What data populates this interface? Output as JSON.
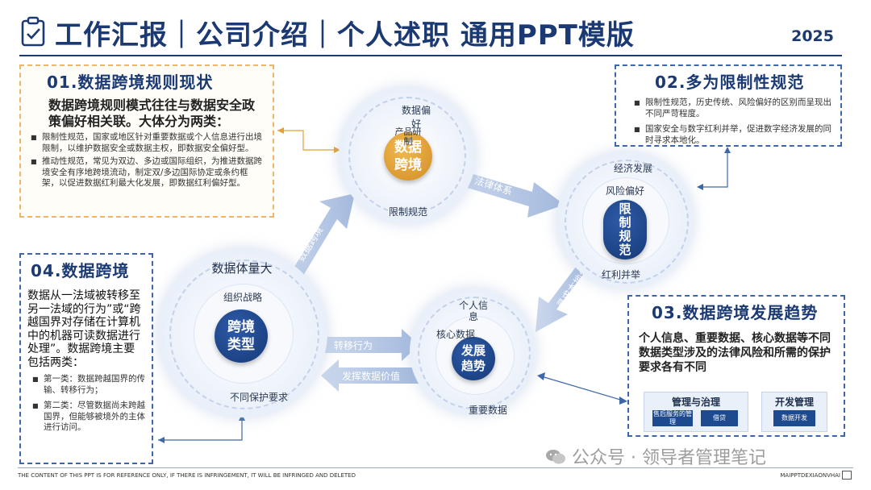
{
  "header": {
    "title": "工作汇报｜公司介绍｜个人述职 通用PPT模版",
    "year": "2025"
  },
  "box01": {
    "title": "01.数据跨境规则现状",
    "lead": "数据跨境规则模式往往与数据安全政策偏好相关联。大体分为两类：",
    "bullets": [
      "限制性规范，国家或地区针对重要数据或个人信息进行出境限制，以维护数据安全或数据主权，即数据安全偏好型。",
      "推动性规范，常见为双边、多边或国际组织，为推进数据跨境安全有序地跨境流动，制定双/多边国际协定或条约框架，以促进数据红利最大化发展，即数据红利偏好型。"
    ]
  },
  "box02": {
    "title": "02.多为限制性规范",
    "bullets": [
      "限制性规范，历史传统、风险偏好的区别而呈现出不同严苛程度。",
      "国家安全与数字红利并举，促进数字经济发展的同时寻求本地化。"
    ]
  },
  "box03": {
    "title": "03.数据跨境发展趋势",
    "lead": "个人信息、重要数据、核心数据等不同数据类型涉及的法律风险和所需的保护要求各有不同",
    "panel_left": {
      "title": "管理与治理",
      "chips": [
        "售后服务的管理",
        "借贷"
      ]
    },
    "panel_right": {
      "title": "开发管理",
      "chips": [
        "数据开发"
      ]
    }
  },
  "box04": {
    "title": "04.数据跨境",
    "lead": "数据从一法域被转移至另一法域的行为”或“跨越国界对存储在计算机中的机器可读数据进行处理”。数据跨境主要包括两类：",
    "bullets": [
      "第一类：数据跨越国界的传输、转移行为；",
      "第二类：尽管数据尚未跨越国界，但能够被境外的主体进行访问。"
    ]
  },
  "circles": {
    "top": {
      "core": "数据\n跨境",
      "outer": "数据偏\n好",
      "inner": "产品研\n制",
      "bottom": "限制规范"
    },
    "right": {
      "core": "限\n制\n规\n范",
      "outer": "经济发展",
      "inner": "风险偏好",
      "bottom": "红利并举"
    },
    "left": {
      "core": "跨境\n类型",
      "outer": "数据体量大",
      "inner": "组织战略",
      "bottom": "不同保护要求"
    },
    "center": {
      "core": "发展\n趋势",
      "outer": "个人信\n息",
      "inner": "核心数据",
      "bottom": "重要数据"
    }
  },
  "arrows": {
    "a1": "数据跨境",
    "a2": "法律体系",
    "a3": "寻求本地化",
    "a4": "转移行为",
    "a5": "发挥数据价值"
  },
  "footer": {
    "notice": "THE CONTENT OF THIS PPT IS FOR REFERENCE ONLY, IF THERE IS INFRINGEMENT, IT WILL BE INFRINGED AND DELETED",
    "brand": "MAIPPTDEXIAONVHAI"
  },
  "watermark": "公众号 · 领导者管理笔记",
  "colors": {
    "navy": "#1b3a73",
    "gold": "#e0a03a",
    "orange_dash": "#f0b46a",
    "blue_dash": "#3d67a8"
  }
}
